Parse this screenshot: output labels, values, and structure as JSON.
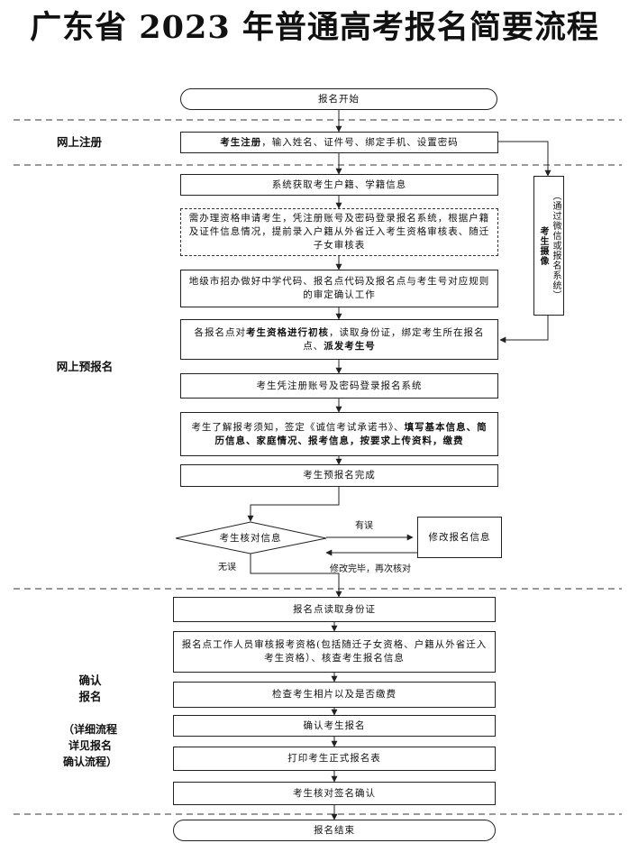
{
  "title": "广东省 2023 年普通高考报名简要流程",
  "sections": {
    "register": "网上注册",
    "pre_register": "网上预报名",
    "confirm_line1": "确认",
    "confirm_line2": "报名",
    "confirm_note": "（详细流程\n详见报名\n确认流程）"
  },
  "steps": {
    "start": "报名开始",
    "s1_bold": "考生注册",
    "s1_rest": "，输入姓名、证件号、绑定手机、设置密码",
    "s2": "系统获取考生户籍、学籍信息",
    "s3": "需办理资格申请考生，凭注册账号及密码登录报名系统，根据户籍及证件信息情况，提前录入户籍从外省迁入考生资格审核表、随迁子女审核表",
    "s4": "地级市招办做好中学代码、报名点代码及报名点与考生号对应规则的审定确认工作",
    "s5_a": "各报名点对",
    "s5_b": "考生资格进行初核",
    "s5_c": "，读取身份证，绑定考生所在报名点、",
    "s5_d": "派发考生号",
    "s6": "考生凭注册账号及密码登录报名系统",
    "s7_a": "考生了解报考须知，签定《诚信考试承诺书》、",
    "s7_b": "填写基本信息、简历信息、家庭情况、报考信息，按要求上传资料，缴费",
    "s8": "考生预报名完成",
    "decision": "考生核对信息",
    "modify": "修改报名信息",
    "c1": "报名点读取身份证",
    "c2": "报名点工作人员审核报考资格(包括随迁子女资格、户籍从外省迁入考生资格）、核查考生报名信息",
    "c3": "检查考生相片以及是否缴费",
    "c4": "确认考生报名",
    "c5": "打印考生正式报名表",
    "c6": "考生核对签名确认",
    "end": "报名结束"
  },
  "side": {
    "note": "（通过微信或报名系统）",
    "photo": "考生摄像"
  },
  "edge_labels": {
    "has_error": "有误",
    "no_error": "无误",
    "recheck": "修改完毕，再次核对"
  }
}
